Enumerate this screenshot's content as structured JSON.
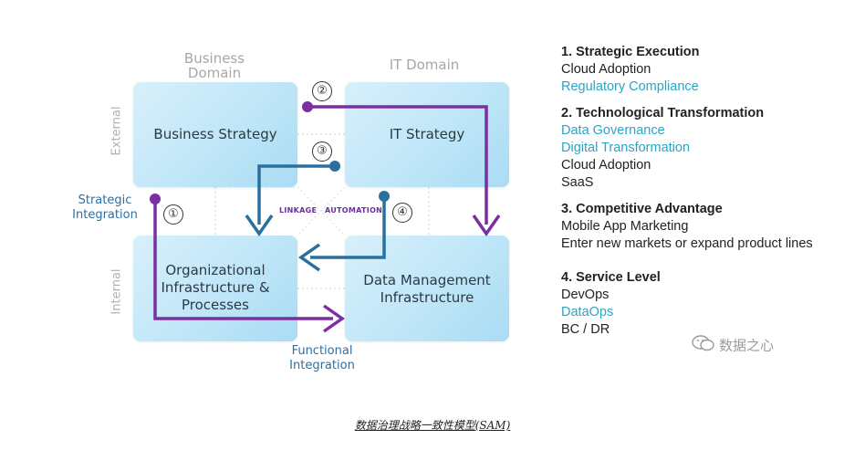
{
  "diagram": {
    "domains": {
      "business": "Business\nDomain",
      "it": "IT Domain"
    },
    "sides": {
      "external": "External",
      "internal": "Internal"
    },
    "boxes": {
      "business_strategy": "Business Strategy",
      "it_strategy": "IT Strategy",
      "org_infra": "Organizational\nInfrastructure &\nProcesses",
      "data_mgmt": "Data Management\nInfrastructure"
    },
    "labels": {
      "strategic_integration": "Strategic\nIntegration",
      "functional_integration": "Functional\nIntegration",
      "linkage": "LINKAGE",
      "automation": "AUTOMATION"
    },
    "numbers": [
      "①",
      "②",
      "③",
      "④"
    ],
    "colors": {
      "purple": "#7b2fa2",
      "blue": "#2a6f9e",
      "box": "#bfe6f8"
    }
  },
  "list": [
    {
      "heading": "1. Strategic Execution",
      "items": [
        {
          "text": "Cloud Adoption",
          "highlight": false
        },
        {
          "text": "Regulatory Compliance",
          "highlight": true
        }
      ]
    },
    {
      "heading": "2. Technological Transformation",
      "items": [
        {
          "text": "Data Governance",
          "highlight": true
        },
        {
          "text": "Digital Transformation",
          "highlight": true
        },
        {
          "text": "Cloud Adoption",
          "highlight": false
        },
        {
          "text": "SaaS",
          "highlight": false
        }
      ]
    },
    {
      "heading": "3. Competitive Advantage",
      "items": [
        {
          "text": "Mobile App Marketing",
          "highlight": false
        },
        {
          "text": "Enter new markets or expand product lines",
          "highlight": false
        }
      ]
    },
    {
      "heading": "4. Service Level",
      "items": [
        {
          "text": "DevOps",
          "highlight": false
        },
        {
          "text": "DataOps",
          "highlight": true
        },
        {
          "text": "BC / DR",
          "highlight": false
        }
      ]
    }
  ],
  "watermark": "数据之心",
  "caption": "数据治理战略一致性模型(SAM)"
}
